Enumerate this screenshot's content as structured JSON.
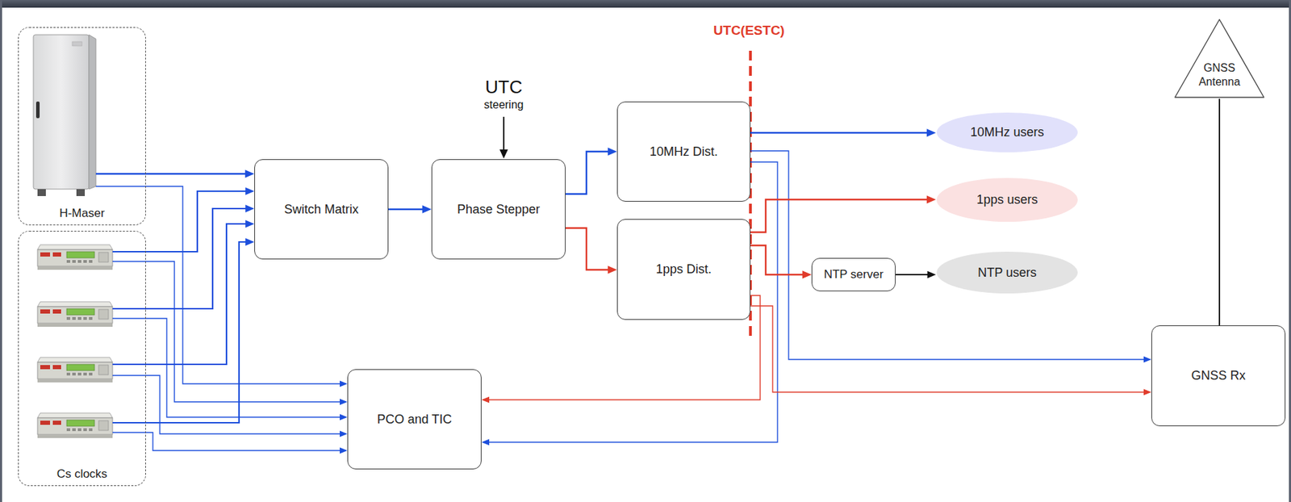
{
  "diagram": {
    "nodes": [
      {
        "text": [
          "H-Maser"
        ]
      },
      {
        "text": [
          "Cs clocks"
        ]
      },
      {
        "text": [
          "Switch Matrix"
        ]
      },
      {
        "text": [
          "Phase Stepper"
        ]
      },
      {
        "text": [
          "10MHz Dist."
        ]
      },
      {
        "text": [
          "1pps Dist."
        ]
      },
      {
        "text": [
          "PCO and TIC"
        ]
      },
      {
        "text": [
          "10MHz users"
        ]
      },
      {
        "text": [
          "1pps users"
        ]
      },
      {
        "text": [
          "NTP server"
        ]
      },
      {
        "text": [
          "NTP users"
        ]
      },
      {
        "text": [
          "GNSS Antenna"
        ]
      },
      {
        "text": [
          "GNSS Rx"
        ]
      }
    ],
    "edges": [
      {
        "from": 0,
        "to": 2,
        "arrow": "to"
      },
      {
        "from": 0,
        "to": 6,
        "arrow": "to"
      },
      {
        "from": 1,
        "to": 2,
        "arrow": "to"
      },
      {
        "from": 1,
        "to": 2,
        "arrow": "to"
      },
      {
        "from": 1,
        "to": 2,
        "arrow": "to"
      },
      {
        "from": 1,
        "to": 2,
        "arrow": "to"
      },
      {
        "from": 1,
        "to": 6,
        "arrow": "to"
      },
      {
        "from": 1,
        "to": 6,
        "arrow": "to"
      },
      {
        "from": 1,
        "to": 6,
        "arrow": "to"
      },
      {
        "from": 1,
        "to": 6,
        "arrow": "to"
      },
      {
        "from": 2,
        "to": 3,
        "arrow": "to"
      },
      {
        "from": 3,
        "to": 4,
        "arrow": "to"
      },
      {
        "from": 3,
        "to": 5,
        "arrow": "to"
      },
      {
        "from": 4,
        "to": 7,
        "arrow": "to"
      },
      {
        "from": 4,
        "to": 12,
        "arrow": "to"
      },
      {
        "from": 4,
        "to": 6,
        "arrow": "to"
      },
      {
        "from": 5,
        "to": 8,
        "arrow": "to"
      },
      {
        "from": 5,
        "to": 9,
        "arrow": "to"
      },
      {
        "from": 5,
        "to": 6,
        "arrow": "to"
      },
      {
        "from": 5,
        "to": 12,
        "arrow": "to"
      },
      {
        "from": 9,
        "to": 10,
        "arrow": "to"
      },
      {
        "from": 11,
        "to": 12,
        "arrow": "none"
      }
    ],
    "labels": [
      "UTC(ESTC)",
      "UTC",
      "steering"
    ]
  }
}
